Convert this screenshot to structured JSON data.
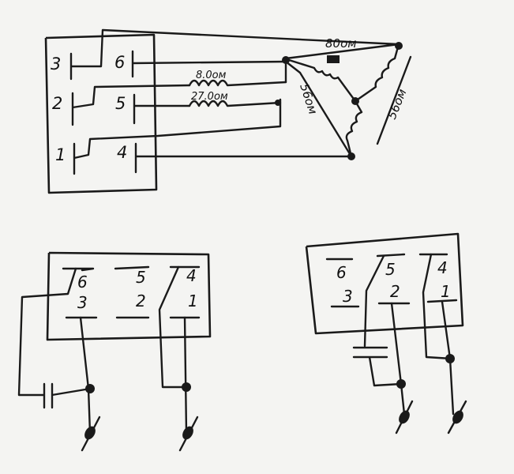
{
  "diagram": {
    "top_block": {
      "terminal_labels": [
        "3",
        "6",
        "2",
        "5",
        "1",
        "4"
      ],
      "coil_labels": [
        "8.0ом",
        "27.0ом"
      ],
      "resistor_labels": [
        "80ом",
        "56ом",
        "56ом"
      ]
    },
    "bottom_left": {
      "terminal_labels": [
        "6",
        "5",
        "4",
        "3",
        "2",
        "1"
      ]
    },
    "bottom_right": {
      "terminal_labels": [
        "6",
        "5",
        "4",
        "3",
        "2",
        "1"
      ]
    }
  },
  "colors": {
    "ink": "#1a1a1a",
    "paper": "#f4f4f2"
  }
}
